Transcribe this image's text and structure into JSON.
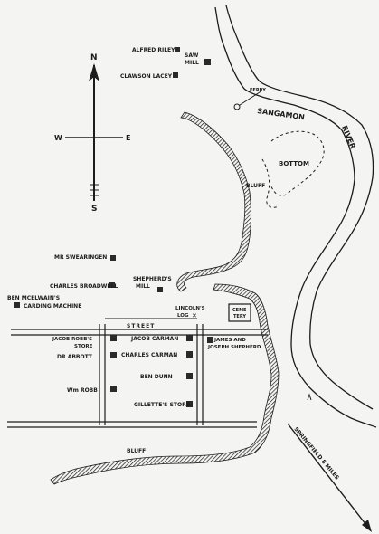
{
  "compass": {
    "north": "N",
    "south": "S",
    "east": "E",
    "west": "W"
  },
  "features": {
    "river_name": "SANGAMON",
    "river_word": "RIVER",
    "ferry": "FERRY",
    "bottom": "BOTTOM",
    "bluff_upper": "BLUFF",
    "bluff_lower": "BLUFF",
    "street": "STREET",
    "cemetery_line1": "CEME-",
    "cemetery_line2": "TERY",
    "springfield": "SPRINGFIELD 8 MILES"
  },
  "places": {
    "alfred_riley": "ALFRED RILEY",
    "saw_mill_1": "SAW",
    "saw_mill_2": "MILL",
    "clawson_lacey": "CLAWSON LACEY",
    "mr_swearingen": "MR SWEARINGEN",
    "charles_broadwell": "CHARLES BROADWELL",
    "ben_mcelwain_1": "BEN MCELWAIN'S",
    "ben_mcelwain_2": "CARDING MACHINE",
    "shepherds_mill_1": "SHEPHERD'S",
    "shepherds_mill_2": "MILL",
    "lincolns_log_1": "LINCOLN'S",
    "lincolns_log_2": "LOG",
    "jacob_robbs_1": "JACOB ROBB'S",
    "jacob_robbs_2": "STORE",
    "jacob_carman": "JACOB CARMAN",
    "james_joseph_1": "JAMES AND",
    "james_joseph_2": "JOSEPH SHEPHERD",
    "dr_abbott": "DR ABBOTT",
    "charles_carman": "CHARLES CARMAN",
    "ben_dunn": "BEN DUNN",
    "wm_robb": "Wm ROBB",
    "gillettes_store": "GILLETTE'S STORE"
  }
}
